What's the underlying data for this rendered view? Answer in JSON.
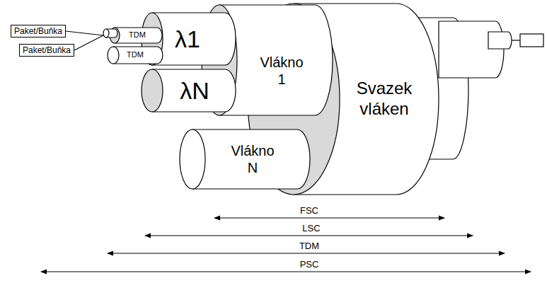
{
  "diagram": {
    "nodes": [
      {
        "text": [
          "Paket/Buňka"
        ]
      },
      {
        "text": [
          "Paket/Buňka"
        ]
      },
      {
        "text": [
          "TDM"
        ]
      },
      {
        "text": [
          "TDM"
        ]
      },
      {
        "text": [
          "λ1"
        ]
      },
      {
        "text": [
          "λN"
        ]
      },
      {
        "text": [
          "Vlákno 1"
        ]
      },
      {
        "text": [
          "Vlákno N"
        ]
      },
      {
        "text": [
          "Svazek vláken"
        ]
      }
    ],
    "edges": [
      {
        "from": 0,
        "to": 2,
        "arrow": "none"
      },
      {
        "from": 1,
        "to": 2,
        "arrow": "none"
      }
    ],
    "labels": [
      "FSC",
      "LSC",
      "TDM",
      "PSC"
    ]
  }
}
